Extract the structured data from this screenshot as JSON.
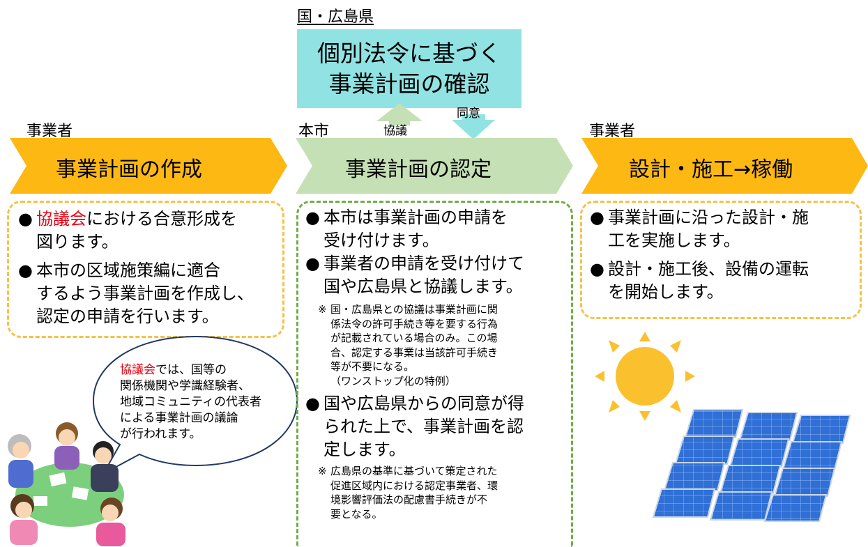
{
  "top": {
    "label": "国・広島県",
    "box_line1": "個別法令に基づく",
    "box_line2": "事業計画の確認",
    "arrow_up_label": "協議",
    "arrow_down_label": "同意"
  },
  "columns": [
    {
      "actor": "事業者",
      "stage": "事業計画の作成",
      "bullets": [
        {
          "highlight": "協議会",
          "lines": [
            "における合意形成を",
            "図ります。"
          ]
        },
        {
          "lines": [
            "本市の区域施策編に適合",
            "するよう事業計画を作成し、",
            "認定の申請を行います。"
          ]
        }
      ]
    },
    {
      "actor": "本市",
      "stage": "事業計画の認定",
      "bullets": [
        {
          "lines": [
            "本市は事業計画の申請を",
            "受け付けます。"
          ]
        },
        {
          "lines": [
            "事業者の申請を受け付けて",
            "国や広島県と協議します。"
          ]
        },
        {
          "lines": [
            "国や広島県からの同意が得",
            "られた上で、事業計画を認",
            "定します。"
          ]
        }
      ],
      "notes": [
        {
          "mark": "※",
          "lines": [
            "国・広島県との協議は事業計画に関",
            "係法令の許可手続き等を要する行為",
            "が記載されている場合のみ。この場",
            "合、認定する事業は当該許可手続き",
            "等が不要になる。",
            "（ワンストップ化の特例）"
          ]
        },
        {
          "mark": "※",
          "lines": [
            "広島県の基準に基づいて策定された",
            "促進区域内における認定事業者、環",
            "境影響評価法の配慮書手続きが不",
            "要となる。"
          ]
        }
      ]
    },
    {
      "actor": "事業者",
      "stage": "設計・施工→稼働",
      "bullets": [
        {
          "lines": [
            "事業計画に沿った設計・施",
            "工を実施します。"
          ]
        },
        {
          "lines": [
            "設計・施工後、設備の運転",
            "を開始します。"
          ]
        }
      ]
    }
  ],
  "bubble": {
    "highlight": "協議会",
    "lines": [
      "では、国等の",
      "関係機関や学識経験者、",
      "地域コミュニティの代表者",
      "による事業計画の議論",
      "が行われます。"
    ]
  },
  "bullet_mark": "●",
  "colors": {
    "stage1": "#fdb813",
    "stage2": "#c5e0b4",
    "stage3": "#fdb813",
    "top_box": "#91e3e3",
    "border_orange": "#f5c242",
    "border_green": "#70ad47",
    "highlight": "#e60012"
  },
  "illustrations": [
    "meeting-people-illustration",
    "sun-icon",
    "solar-panel-array-illustration"
  ]
}
